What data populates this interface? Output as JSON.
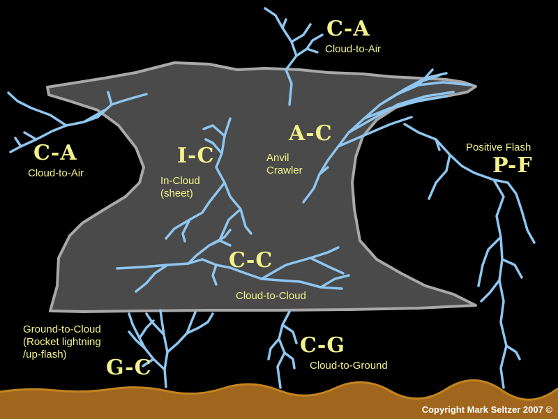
{
  "colors": {
    "background": "#000000",
    "cloud_fill": "#4A4A4A",
    "cloud_outline": "#A8A8A8",
    "lightning": "#8EC6F0",
    "label_text": "#F2F28C",
    "ground": "#A0661E",
    "ground_top": "#C4841E",
    "copyright_text": "#FFFFFF"
  },
  "labels": {
    "ca_top_code": "C-A",
    "ca_top_name": "Cloud-to-Air",
    "ca_left_code": "C-A",
    "ca_left_name": "Cloud-to-Air",
    "ic_code": "I-C",
    "ic_name": "In-Cloud\n(sheet)",
    "ac_code": "A-C",
    "ac_name": "Anvil\nCrawler",
    "pf_name": "Positive Flash",
    "pf_code": "P-F",
    "cc_code": "C-C",
    "cc_name": "Cloud-to-Cloud",
    "gc_name": "Ground-to-Cloud\n(Rocket lightning\n/up-flash)",
    "gc_code": "G-C",
    "cg_code": "C-G",
    "cg_name": "Cloud-to-Ground"
  },
  "copyright": "Copyright Mark Seltzer 2007 ©"
}
